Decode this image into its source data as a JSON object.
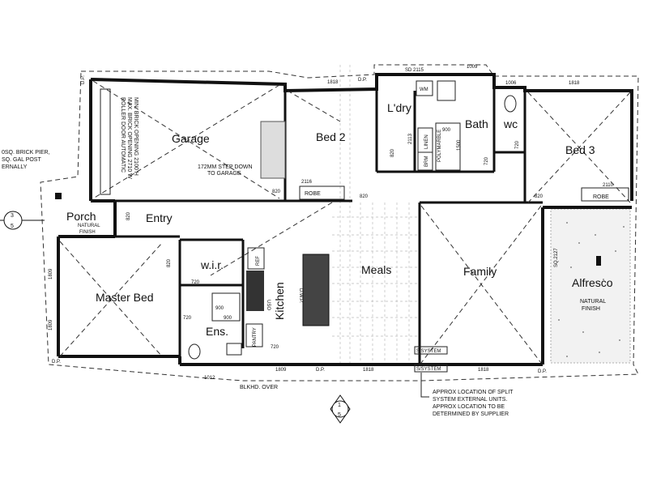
{
  "rooms": {
    "garage": "Garage",
    "bed2": "Bed 2",
    "laundry": "L'dry",
    "bath": "Bath",
    "wc": "wc",
    "bed3": "Bed 3",
    "porch": "Porch",
    "entry": "Entry",
    "wir": "w.i.r.",
    "master": "Master Bed",
    "ens": "Ens.",
    "kitchen": "Kitchen",
    "meals": "Meals",
    "family": "Family",
    "alfresco": "Alfresco"
  },
  "notes": {
    "garage_door_1": "ROLLER DOOR AUTOMATIC",
    "garage_door_2": "MAX. BRICK OPENING 2710 W",
    "garage_door_3": "MIN. BRICK OPENING 2100 H",
    "step_1": "172MM STEP DOWN",
    "step_2": "TO GARAGE",
    "pier_1": "0SQ. BRICK PIER,",
    "pier_2": "SQ. GAL POST",
    "pier_3": "ERNALLY",
    "porch_finish_1": "NATURAL",
    "porch_finish_2": "FINISH",
    "alfresco_finish_1": "NATURAL",
    "alfresco_finish_2": "FINISH",
    "bulkhead": "BLKHD. OVER",
    "split_1": "APPROX LOCATION OF SPLIT",
    "split_2": "SYSTEM EXTERNAL UNITS.",
    "split_3": "APPROX LOCATION TO BE",
    "split_4": "DETERMINED BY SUPPLIER"
  },
  "labels": {
    "robe_bed2": "ROBE",
    "robe_bed3": "ROBE",
    "ref": "REF",
    "uso": "USO",
    "pantry": "PANTRY",
    "dwp": "D.W.P.",
    "wm": "WM",
    "linen": "LINEN",
    "brm": "BRM",
    "polymarble": "POLYMARBLE",
    "ssystem_1": "S/SYSTEM",
    "ssystem_2": "S/SYSTEM",
    "sq": "SQ.2127"
  },
  "dimensions": {
    "sd": "SD 2115",
    "d1009": "1009",
    "d1006": "1006",
    "d1818_top1": "1818",
    "d1818_top2": "1818",
    "d2116": "2116",
    "d2110": "2110",
    "d820_bed2": "820",
    "d820_ldry": "820",
    "d820_bed2door": "820",
    "d820_bed3": "820",
    "d820_wc": "720",
    "d820_entry": "820",
    "d820_entry2": "820",
    "d720_bath": "720",
    "d720_wir": "720",
    "d720_ens": "720",
    "d720_pantry": "720",
    "d2113": "2113",
    "d900_a": "900",
    "d1500": "1500",
    "d900_ens1": "900",
    "d900_ens2": "900",
    "d1809_a": "1809",
    "d1809_b": "1809",
    "d1809_c": "1809",
    "d1818_bot1": "1818",
    "d1818_bot2": "1818",
    "d1012": "1012",
    "dp_tl": "D.P.",
    "dp_top": "D.P.",
    "dp_bl": "D.P.",
    "dp_bot": "D.P.",
    "dp_br": "D.P."
  },
  "section_marks": {
    "left_top": "3",
    "left_bottom": "5",
    "bottom_top": "1",
    "bottom_bottom": "5"
  }
}
